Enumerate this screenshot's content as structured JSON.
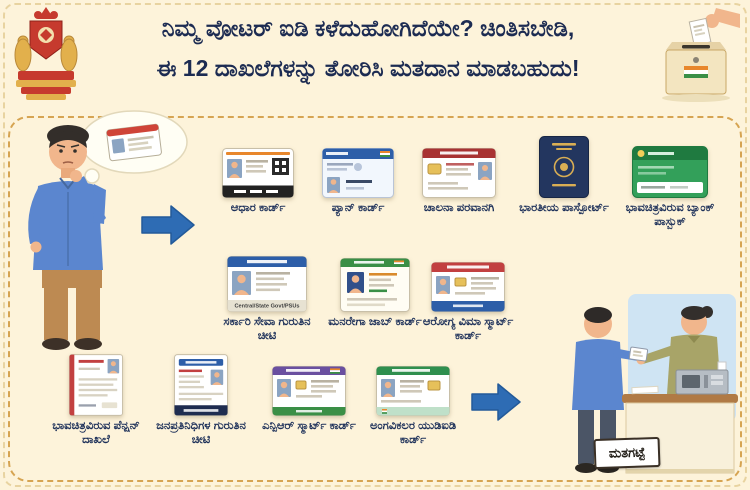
{
  "header": {
    "title_line1": "ನಿಮ್ಮ ವೋಟರ್ ಐಡಿ ಕಳೆದುಹೋಗಿದೆಯೇ? ಚಿಂತಿಸಬೇಡಿ,",
    "title_line2": "ಈ 12 ದಾಖಲೆಗಳನ್ನು ತೋರಿಸಿ ಮತದಾನ ಮಾಡಬಹುದು!"
  },
  "documents": [
    {
      "id": "aadhaar",
      "label": "ಆಧಾರ ಕಾರ್ಡ್"
    },
    {
      "id": "pan",
      "label": "ಪ್ಯಾನ್ ಕಾರ್ಡ್"
    },
    {
      "id": "driving-licence",
      "label": "ಚಾಲನಾ ಪರವಾನಗಿ"
    },
    {
      "id": "passport",
      "label": "ಭಾರತೀಯ ಪಾಸ್ಪೋರ್ಟ್"
    },
    {
      "id": "bank-passbook",
      "label": "ಭಾವಚಿತ್ರವಿರುವ ಬ್ಯಾಂಕ್ ಪಾಸ್ಬುಕ್"
    },
    {
      "id": "govt-service-id",
      "label": "ಸರ್ಕಾರಿ ಸೇವಾ ಗುರುತಿನ ಚೀಟಿ",
      "card_text": "Central/State Govt/PSUs"
    },
    {
      "id": "mgnrega-job-card",
      "label": "ಮನರೇಗಾ ಜಾಬ್ ಕಾರ್ಡ್"
    },
    {
      "id": "health-smart-card",
      "label": "ಆರೋಗ್ಯ ವಿಮಾ ಸ್ಮಾರ್ಟ್ ಕಾರ್ಡ್"
    },
    {
      "id": "pension-document",
      "label": "ಭಾವಚಿತ್ರವಿರುವ ಪೆನ್ಷನ್ ದಾಖಲೆ"
    },
    {
      "id": "mp-mla-id",
      "label": "ಜನಪ್ರತಿನಿಧಿಗಳ ಗುರುತಿನ ಚೀಟಿ"
    },
    {
      "id": "npr-smart-card",
      "label": "ಎನ್ಪಿಆರ್ ಸ್ಮಾರ್ಟ್ ಕಾರ್ಡ್"
    },
    {
      "id": "udid-card",
      "label": "ಅಂಗವಿಕಲರ ಯುಡಿಐಡಿ ಕಾರ್ಡ್"
    }
  ],
  "scene": {
    "booth_sign": "ಮತಗಟ್ಟೆ"
  },
  "icons": {
    "emblem": "karnataka-state-emblem",
    "ballot_box": "hand-casting-ballot-box",
    "thinking_man": "worried-thinking-man",
    "thought_bubble": "lost-id-card-thought-bubble",
    "flow_arrow": "right-block-arrow",
    "polling_booth": "voter-at-polling-desk-with-evm"
  },
  "colors": {
    "background": "#fdf3da",
    "board_border": "#d6a452",
    "title_text": "#1c2b52",
    "label_text": "#1d3059",
    "arrow_blue": "#2e6cb4"
  }
}
